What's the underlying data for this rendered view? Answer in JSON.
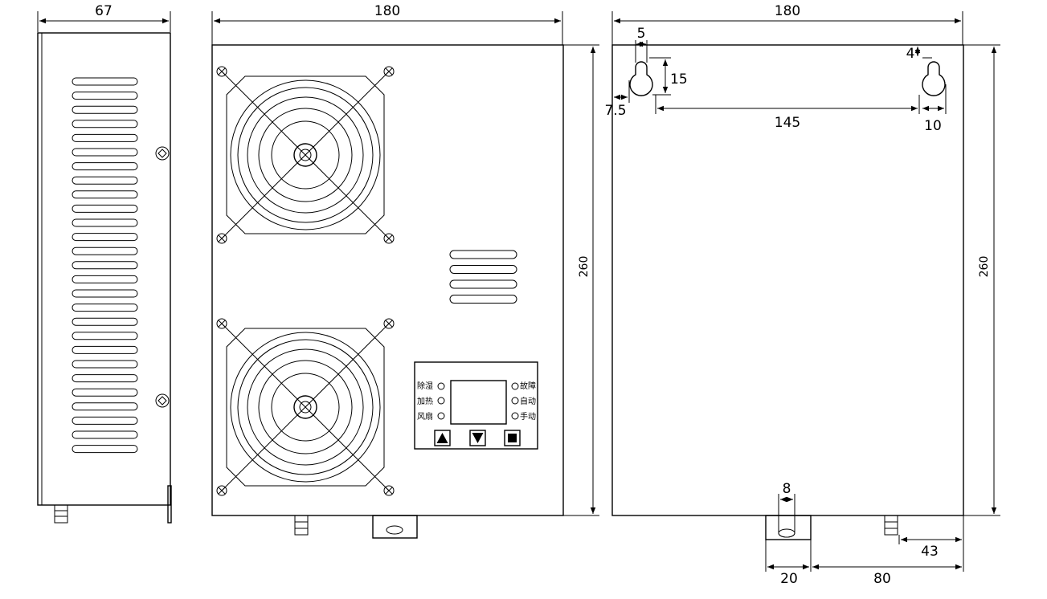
{
  "dimensions": {
    "side_width": "67",
    "front_width": "180",
    "front_height": "260",
    "back_width": "180",
    "back_height": "260",
    "keyhole_width": "5",
    "keyhole_height": "15",
    "keyhole_top": "4",
    "keyhole_offset": "7.5",
    "keyhole_spacing": "145",
    "keyhole_edge": "10",
    "pipe_diameter": "8",
    "outlet_width": "20",
    "outlet_offset": "80",
    "drain_offset": "43"
  },
  "panel": {
    "left_labels": [
      "除湿",
      "加热",
      "风扇"
    ],
    "right_labels": [
      "故障",
      "自动",
      "手动"
    ]
  },
  "colors": {
    "line": "#000000",
    "background": "#ffffff"
  }
}
